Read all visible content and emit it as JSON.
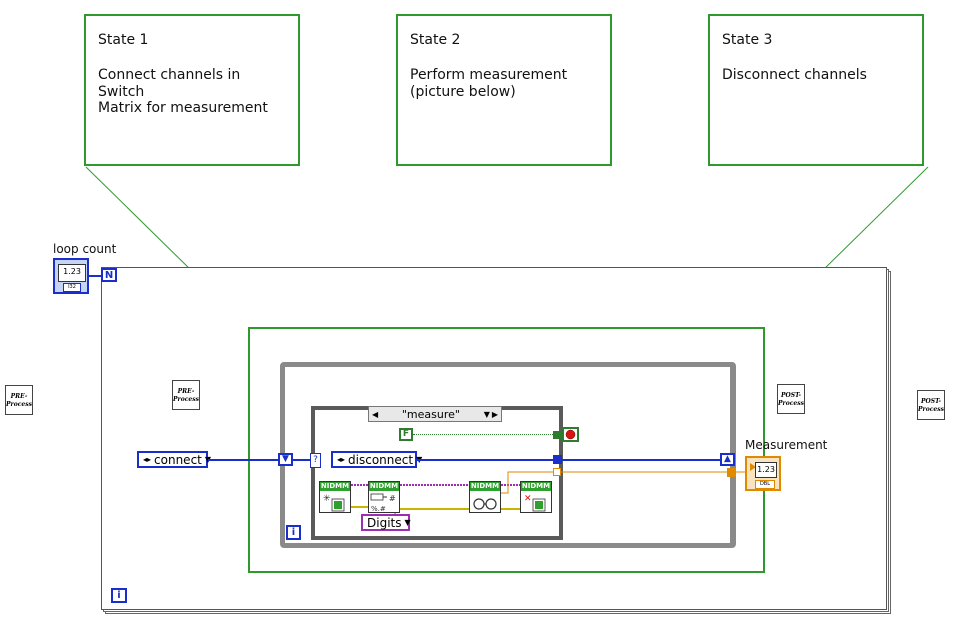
{
  "states": [
    {
      "title": "State 1",
      "description": "Connect channels in Switch\nMatrix for measurement"
    },
    {
      "title": "State 2",
      "description": "Perform measurement\n(picture below)"
    },
    {
      "title": "State 3",
      "description": "Disconnect channels"
    }
  ],
  "labels": {
    "loop_count": "loop count",
    "measurement": "Measurement"
  },
  "process_blocks": {
    "pre": "PRE-\nProcess",
    "post": "POST-\nProcess"
  },
  "terminals": {
    "loop_count_value": "1.23",
    "loop_count_type": "I32",
    "n_terminal": "N",
    "outer_iteration": "i",
    "inner_iteration": "i",
    "measurement_value": "1.23",
    "measurement_type": "DBL",
    "stop_constant": "F",
    "selector_question": "?"
  },
  "case_structure": {
    "selected_case": "\"measure\""
  },
  "enums": {
    "connect": "connect",
    "disconnect": "disconnect",
    "digits": "Digits"
  },
  "nidmm_blocks": [
    "NIDMM",
    "NIDMM",
    "NIDMM",
    "NIDMM"
  ],
  "colors": {
    "frame_green": "#2e9a2e",
    "wire_blue": "#1a2fc9",
    "wire_orange": "#e08a00",
    "nidmm_green": "#2ea02e"
  }
}
